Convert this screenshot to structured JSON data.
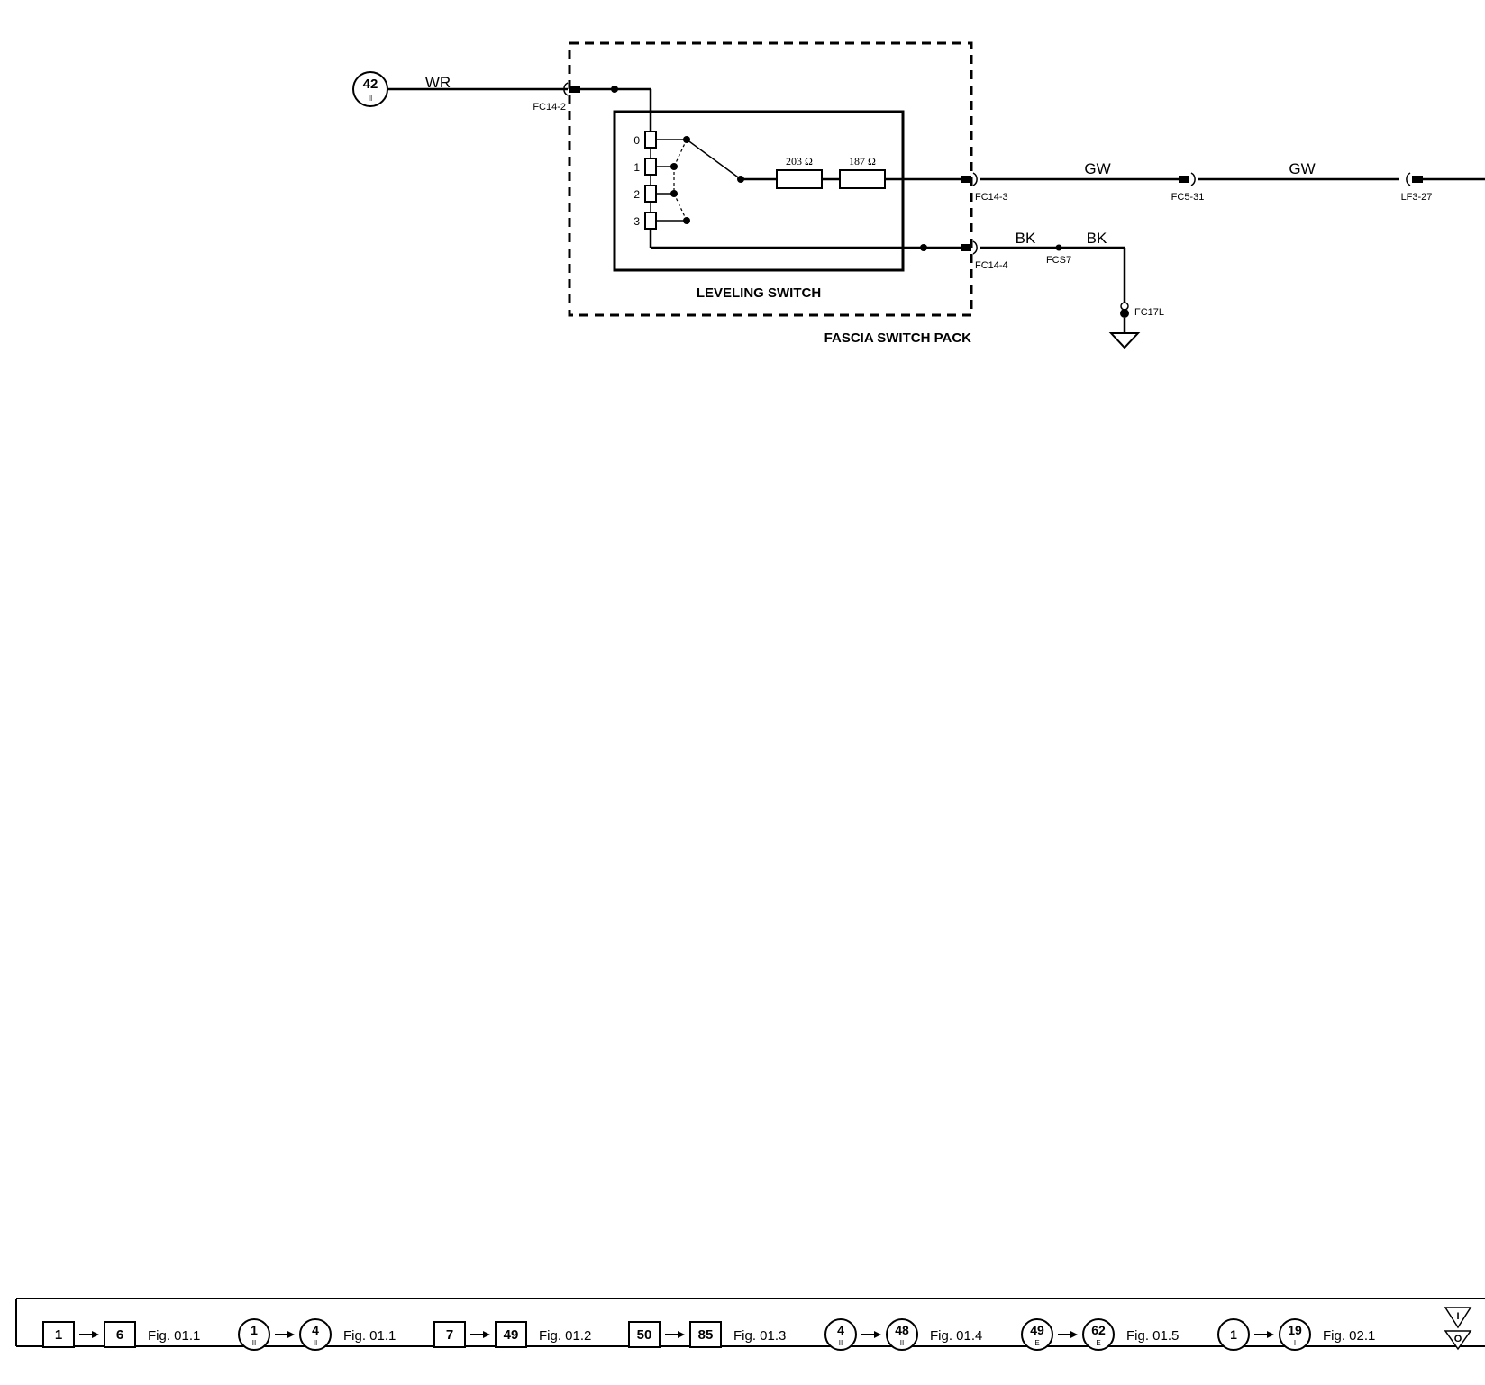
{
  "modules": {
    "fascia": {
      "title": "FASCIA SWITCH PACK"
    },
    "leveling": {
      "title": "LEVELING SWITCH"
    }
  },
  "source": {
    "number": "42",
    "sub": "II"
  },
  "wires": {
    "wr": "WR",
    "gw1": "GW",
    "gw2": "GW",
    "bk1": "BK",
    "bk2": "BK"
  },
  "connectors": {
    "fc14_2": "FC14-2",
    "fc14_3": "FC14-3",
    "fc14_4": "FC14-4",
    "fc5_31": "FC5-31",
    "lf3_27": "LF3-27",
    "fcs7": "FCS7",
    "fc17l": "FC17L"
  },
  "switch": {
    "positions": [
      "0",
      "1",
      "2",
      "3"
    ],
    "resistors": [
      "203 Ω",
      "187 Ω"
    ]
  },
  "legend": [
    {
      "from": {
        "shape": "square",
        "num": "1"
      },
      "to": {
        "shape": "square",
        "num": "6"
      },
      "fig": "Fig. 01.1"
    },
    {
      "from": {
        "shape": "circle",
        "num": "1",
        "sub": "II"
      },
      "to": {
        "shape": "circle",
        "num": "4",
        "sub": "II"
      },
      "fig": "Fig. 01.1"
    },
    {
      "from": {
        "shape": "square",
        "num": "7"
      },
      "to": {
        "shape": "square",
        "num": "49"
      },
      "fig": "Fig. 01.2"
    },
    {
      "from": {
        "shape": "square",
        "num": "50"
      },
      "to": {
        "shape": "square",
        "num": "85"
      },
      "fig": "Fig. 01.3"
    },
    {
      "from": {
        "shape": "circle",
        "num": "4",
        "sub": "II"
      },
      "to": {
        "shape": "circle",
        "num": "48",
        "sub": "II"
      },
      "fig": "Fig. 01.4"
    },
    {
      "from": {
        "shape": "circle",
        "num": "49",
        "sub": "E"
      },
      "to": {
        "shape": "circle",
        "num": "62",
        "sub": "E"
      },
      "fig": "Fig. 01.5"
    },
    {
      "from": {
        "shape": "circle",
        "num": "1"
      },
      "to": {
        "shape": "circle",
        "num": "19",
        "sub": "I"
      },
      "fig": "Fig. 02.1"
    }
  ],
  "legend_right": {
    "symbol1": "I",
    "symbol2": "O"
  }
}
